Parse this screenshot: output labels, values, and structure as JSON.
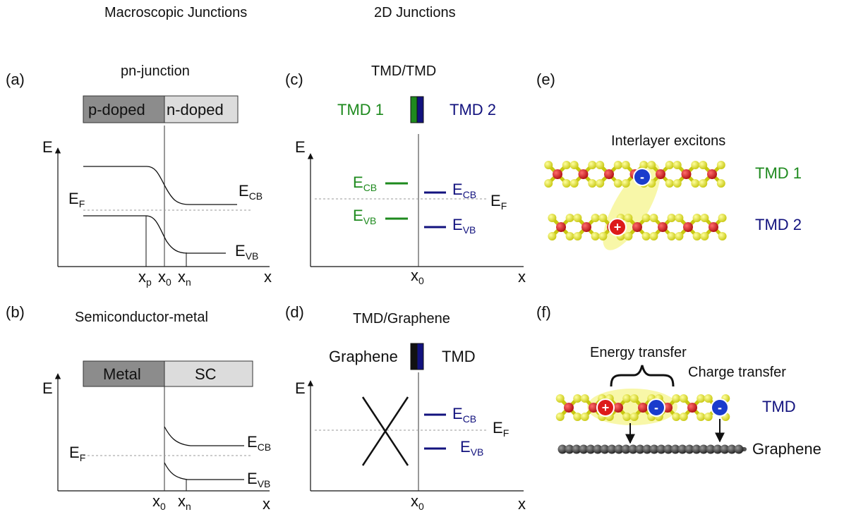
{
  "headers": {
    "macro": "Macroscopic Junctions",
    "twod": "2D Junctions"
  },
  "panel_a": {
    "label": "(a)",
    "title": "pn-junction",
    "bar_left": "p-doped",
    "bar_right": "n-doped",
    "e_axis": "E",
    "x_axis": "x",
    "ef": "E",
    "ef_sub": "F",
    "ecb": "E",
    "ecb_sub": "CB",
    "evb": "E",
    "evb_sub": "VB",
    "xp": "x",
    "xp_sub": "p",
    "x0": "x",
    "x0_sub": "0",
    "xn": "x",
    "xn_sub": "n"
  },
  "panel_b": {
    "label": "(b)",
    "title": "Semiconductor-metal",
    "bar_left": "Metal",
    "bar_right": "SC",
    "e_axis": "E",
    "x_axis": "x",
    "ef": "E",
    "ef_sub": "F",
    "ecb": "E",
    "ecb_sub": "CB",
    "evb": "E",
    "evb_sub": "VB",
    "x0": "x",
    "x0_sub": "0",
    "xn": "x",
    "xn_sub": "n"
  },
  "panel_c": {
    "label": "(c)",
    "title": "TMD/TMD",
    "left_name": "TMD 1",
    "right_name": "TMD 2",
    "e_axis": "E",
    "x_axis": "x",
    "ecb_left": "E",
    "ecb_left_sub": "CB",
    "evb_left": "E",
    "evb_left_sub": "VB",
    "ecb_right": "E",
    "ecb_right_sub": "CB",
    "evb_right": "E",
    "evb_right_sub": "VB",
    "ef": "E",
    "ef_sub": "F",
    "x0": "x",
    "x0_sub": "0"
  },
  "panel_d": {
    "label": "(d)",
    "title": "TMD/Graphene",
    "left_name": "Graphene",
    "right_name": "TMD",
    "e_axis": "E",
    "x_axis": "x",
    "ecb": "E",
    "ecb_sub": "CB",
    "evb": "E",
    "evb_sub": "VB",
    "ef": "E",
    "ef_sub": "F",
    "x0": "x",
    "x0_sub": "0"
  },
  "panel_e": {
    "label": "(e)",
    "title": "Interlayer excitons",
    "top_layer": "TMD 1",
    "bottom_layer": "TMD 2",
    "electron": "-",
    "hole": "+"
  },
  "panel_f": {
    "label": "(f)",
    "energy_transfer": "Energy transfer",
    "charge_transfer": "Charge transfer",
    "tmd": "TMD",
    "graphene": "Graphene",
    "electron": "-",
    "hole": "+"
  },
  "colors": {
    "tmd1": "#1e8a1e",
    "tmd2": "#12127e",
    "bar_dark": "#8c8c8c",
    "bar_light": "#dcdcdc",
    "metal_atom": "#cc1a1a",
    "chalcogen_atom": "#e6e619",
    "electron": "#1a3ccc",
    "hole": "#dd1a1a",
    "exciton_glow": "#f4f27a",
    "graphene_atom": "#3a3a3a"
  }
}
